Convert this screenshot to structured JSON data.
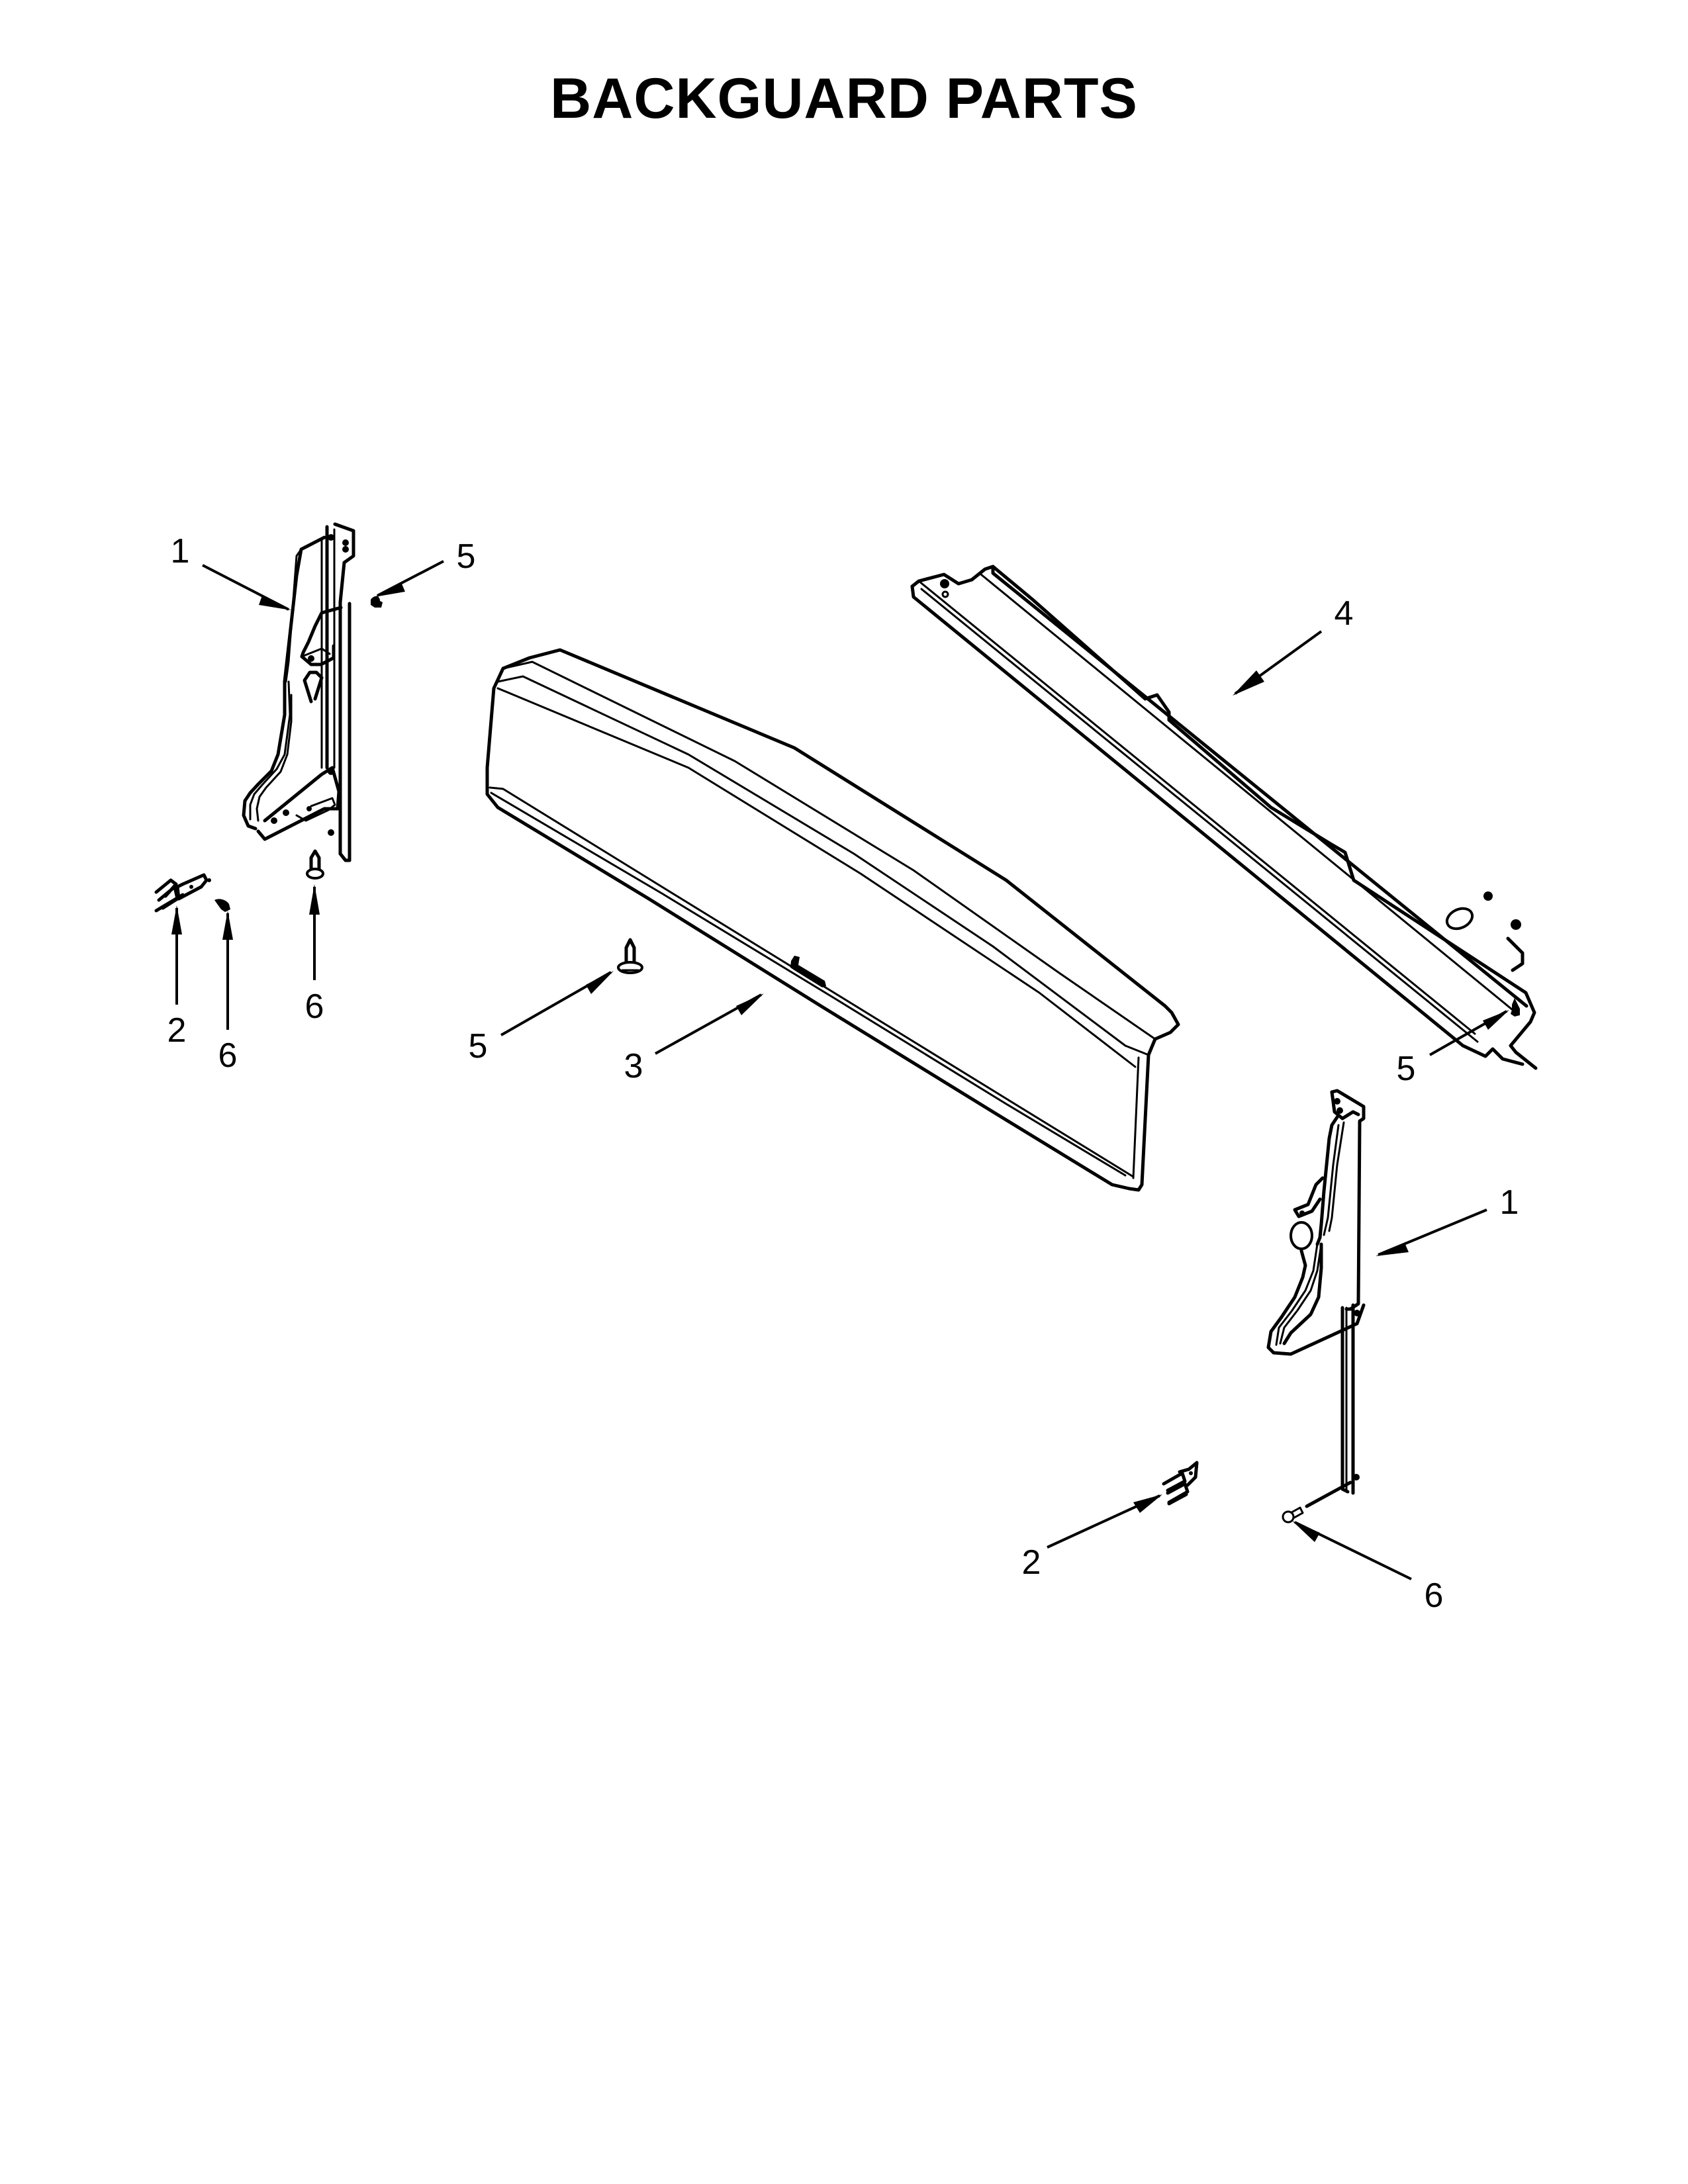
{
  "page": {
    "title": "BACKGUARD PARTS",
    "background": "#ffffff",
    "ink": "#000000"
  },
  "callouts": [
    {
      "id": "c1-left",
      "label": "1",
      "part": "side-trim-left"
    },
    {
      "id": "c5-top-left",
      "label": "5",
      "part": "screw-top-left"
    },
    {
      "id": "c4",
      "label": "4",
      "part": "backguard-bracket"
    },
    {
      "id": "c2-left",
      "label": "2",
      "part": "clip-left"
    },
    {
      "id": "c6-left-small",
      "label": "6",
      "part": "screw-left-small"
    },
    {
      "id": "c6-left",
      "label": "6",
      "part": "screw-left"
    },
    {
      "id": "c5-mid",
      "label": "5",
      "part": "screw-mid"
    },
    {
      "id": "c3",
      "label": "3",
      "part": "backguard-panel"
    },
    {
      "id": "c5-right",
      "label": "5",
      "part": "screw-right"
    },
    {
      "id": "c1-right",
      "label": "1",
      "part": "side-trim-right"
    },
    {
      "id": "c2-right",
      "label": "2",
      "part": "clip-right"
    },
    {
      "id": "c6-right",
      "label": "6",
      "part": "screw-right-lower"
    }
  ],
  "parts": [
    {
      "number": "1",
      "name": "side-trim",
      "count_in_view": 2
    },
    {
      "number": "2",
      "name": "clip",
      "count_in_view": 2
    },
    {
      "number": "3",
      "name": "backguard-panel",
      "count_in_view": 1
    },
    {
      "number": "4",
      "name": "backguard-bracket",
      "count_in_view": 1
    },
    {
      "number": "5",
      "name": "screw",
      "count_in_view": 3
    },
    {
      "number": "6",
      "name": "screw",
      "count_in_view": 3
    }
  ]
}
